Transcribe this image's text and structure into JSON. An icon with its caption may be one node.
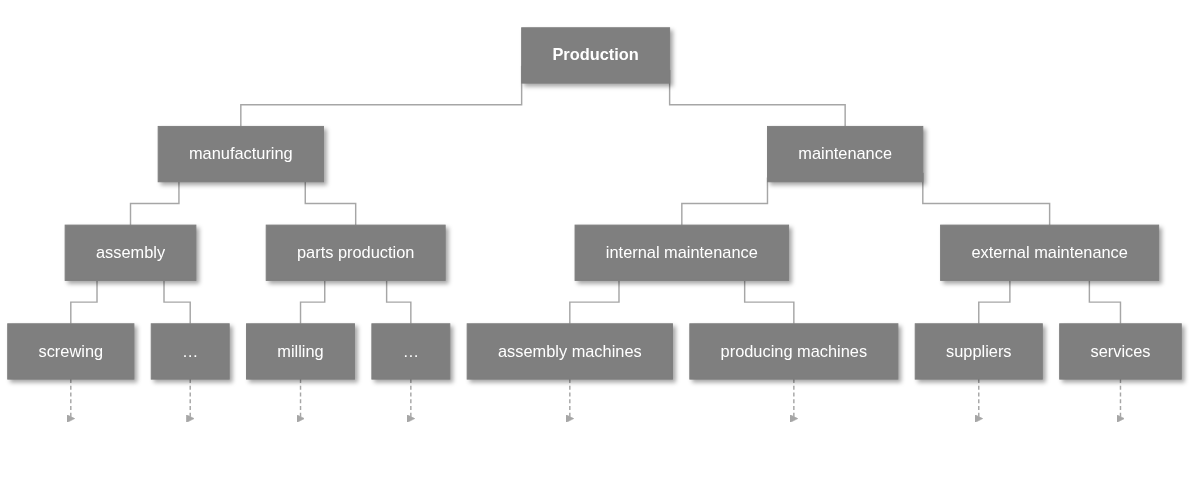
{
  "diagram": {
    "nodes": [
      {
        "text": [
          "Production"
        ]
      },
      {
        "text": [
          "manufacturing"
        ]
      },
      {
        "text": [
          "maintenance"
        ]
      },
      {
        "text": [
          "assembly"
        ]
      },
      {
        "text": [
          "parts production"
        ]
      },
      {
        "text": [
          "internal maintenance"
        ]
      },
      {
        "text": [
          "external maintenance"
        ]
      },
      {
        "text": [
          "screwing"
        ]
      },
      {
        "text": [
          "…"
        ]
      },
      {
        "text": [
          "milling"
        ]
      },
      {
        "text": [
          "…"
        ]
      },
      {
        "text": [
          "assembly machines"
        ]
      },
      {
        "text": [
          "producing machines"
        ]
      },
      {
        "text": [
          "suppliers"
        ]
      },
      {
        "text": [
          "services"
        ]
      }
    ],
    "edges": [
      {
        "from": 0,
        "to": 1,
        "arrow": "none"
      },
      {
        "from": 0,
        "to": 2,
        "arrow": "none"
      },
      {
        "from": 1,
        "to": 3,
        "arrow": "none"
      },
      {
        "from": 1,
        "to": 4,
        "arrow": "none"
      },
      {
        "from": 2,
        "to": 5,
        "arrow": "none"
      },
      {
        "from": 2,
        "to": 6,
        "arrow": "none"
      },
      {
        "from": 3,
        "to": 7,
        "arrow": "none"
      },
      {
        "from": 3,
        "to": 8,
        "arrow": "none"
      },
      {
        "from": 4,
        "to": 9,
        "arrow": "none"
      },
      {
        "from": 4,
        "to": 10,
        "arrow": "none"
      },
      {
        "from": 5,
        "to": 11,
        "arrow": "none"
      },
      {
        "from": 5,
        "to": 12,
        "arrow": "none"
      },
      {
        "from": 6,
        "to": 13,
        "arrow": "none"
      },
      {
        "from": 6,
        "to": 14,
        "arrow": "none"
      },
      {
        "from": 7,
        "to": null,
        "arrow": "to",
        "style": "dashed"
      },
      {
        "from": 8,
        "to": null,
        "arrow": "to",
        "style": "dashed"
      },
      {
        "from": 9,
        "to": null,
        "arrow": "to",
        "style": "dashed"
      },
      {
        "from": 10,
        "to": null,
        "arrow": "to",
        "style": "dashed"
      },
      {
        "from": 11,
        "to": null,
        "arrow": "to",
        "style": "dashed"
      },
      {
        "from": 12,
        "to": null,
        "arrow": "to",
        "style": "dashed"
      },
      {
        "from": 13,
        "to": null,
        "arrow": "to",
        "style": "dashed"
      },
      {
        "from": 14,
        "to": null,
        "arrow": "to",
        "style": "dashed"
      }
    ]
  }
}
